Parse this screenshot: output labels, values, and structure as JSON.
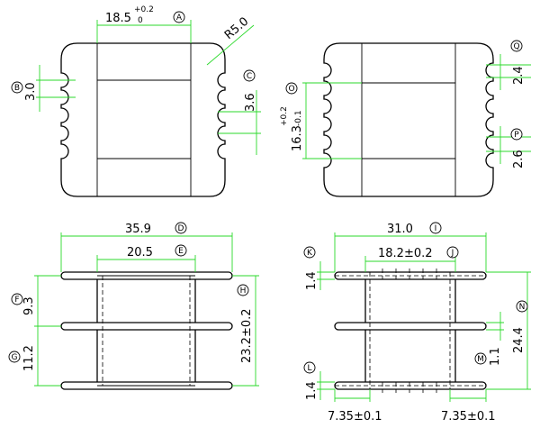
{
  "views": {
    "top_left": {
      "dim_a": {
        "main": "18.5",
        "tol_upper": "+0.2",
        "tol_lower": "0",
        "tag": "A"
      },
      "radius": "R5.0",
      "dim_b": {
        "value": "3.0",
        "tag": "B"
      },
      "dim_c": {
        "value": "3.6",
        "tag": "C"
      }
    },
    "top_right": {
      "dim_o": {
        "main": "16.3",
        "tol_upper": "+0.2",
        "tol_lower": "-0.1",
        "tag": "O"
      },
      "dim_q": {
        "value": "2.4",
        "tag": "Q"
      },
      "dim_p": {
        "value": "2.6",
        "tag": "P"
      }
    },
    "bottom_left": {
      "dim_d": {
        "value": "35.9",
        "tag": "D"
      },
      "dim_e": {
        "value": "20.5",
        "tag": "E"
      },
      "dim_f": {
        "value": "9.3",
        "tag": "F"
      },
      "dim_g": {
        "value": "11.2",
        "tag": "G"
      },
      "dim_h": {
        "value": "23.2±0.2",
        "tag": "H"
      }
    },
    "bottom_right": {
      "dim_i": {
        "value": "31.0",
        "tag": "I"
      },
      "dim_j": {
        "value": "18.2±0.2",
        "tag": "J"
      },
      "dim_k": {
        "value": "1.4",
        "tag": "K"
      },
      "dim_l": {
        "value": "1.4",
        "tag": "L"
      },
      "dim_n": {
        "value": "24.4",
        "tag": "N"
      },
      "dim_m": {
        "value": "1.1",
        "tag": "M"
      },
      "dim_left": {
        "value": "7.35±0.1"
      },
      "dim_right": {
        "value": "7.35±0.1"
      }
    }
  }
}
